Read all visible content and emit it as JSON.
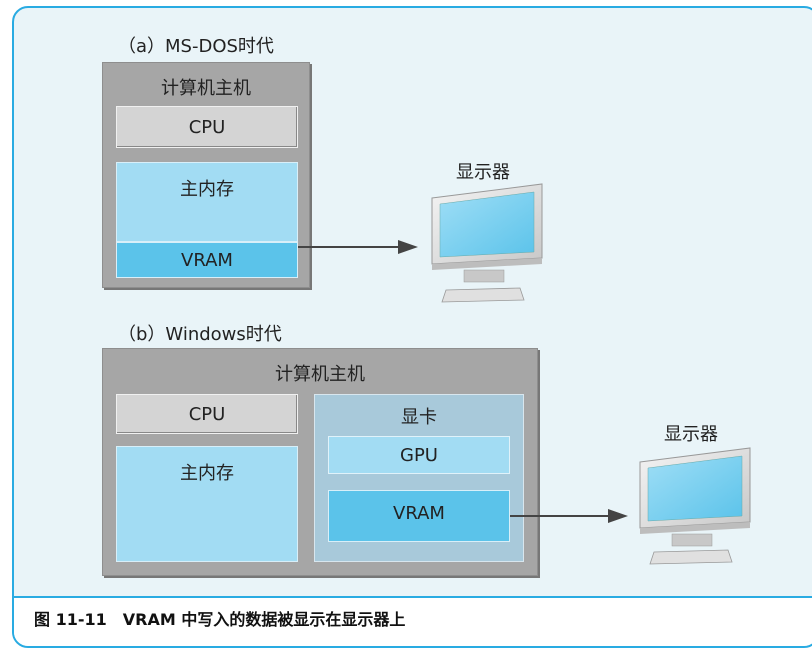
{
  "section_a": {
    "title": "（a）MS-DOS时代",
    "host_title": "计算机主机",
    "cpu": "CPU",
    "main_memory": "主内存",
    "vram": "VRAM",
    "monitor_label": "显示器"
  },
  "section_b": {
    "title": "（b）Windows时代",
    "host_title": "计算机主机",
    "cpu": "CPU",
    "main_memory": "主内存",
    "graphics_card": "显卡",
    "gpu": "GPU",
    "vram": "VRAM",
    "monitor_label": "显示器"
  },
  "caption": "图 11-11　VRAM 中写入的数据被显示在显示器上",
  "colors": {
    "frame_border": "#29abe2",
    "frame_bg": "#e9f4f8",
    "host": "#a6a6a6",
    "cpu": "#d4d4d4",
    "main_memory": "#a2dcf3",
    "vram": "#5bc3ea",
    "graphics_card": "#a8c9da",
    "monitor_screen": "#7fd0f0"
  },
  "icons": [
    "monitor-icon",
    "arrow-right-icon"
  ]
}
